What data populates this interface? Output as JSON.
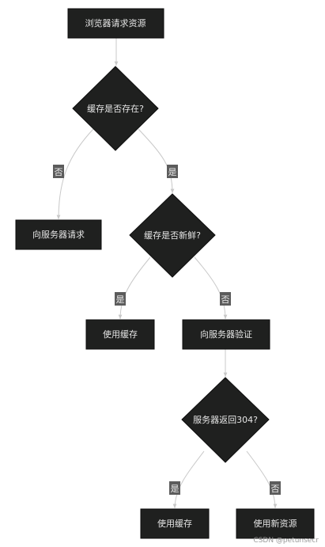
{
  "nodes": {
    "start": "浏览器请求资源",
    "has_cache": "缓存是否存在?",
    "request_server": "向服务器请求",
    "is_fresh": "缓存是否新鲜?",
    "use_cache_1": "使用缓存",
    "validate_server": "向服务器验证",
    "server_304": "服务器返回304?",
    "use_cache_2": "使用缓存",
    "use_new_resource": "使用新资源"
  },
  "edges": {
    "has_cache_no": "否",
    "has_cache_yes": "是",
    "is_fresh_yes": "是",
    "is_fresh_no": "否",
    "server_304_yes": "是",
    "server_304_no": "否"
  },
  "watermark": "CSDN @petunsecr",
  "colors": {
    "node_fill": "#1f201f",
    "node_text": "#e6e6e6",
    "edge": "#c8c8c8",
    "label_bg": "#5c5c5c"
  }
}
